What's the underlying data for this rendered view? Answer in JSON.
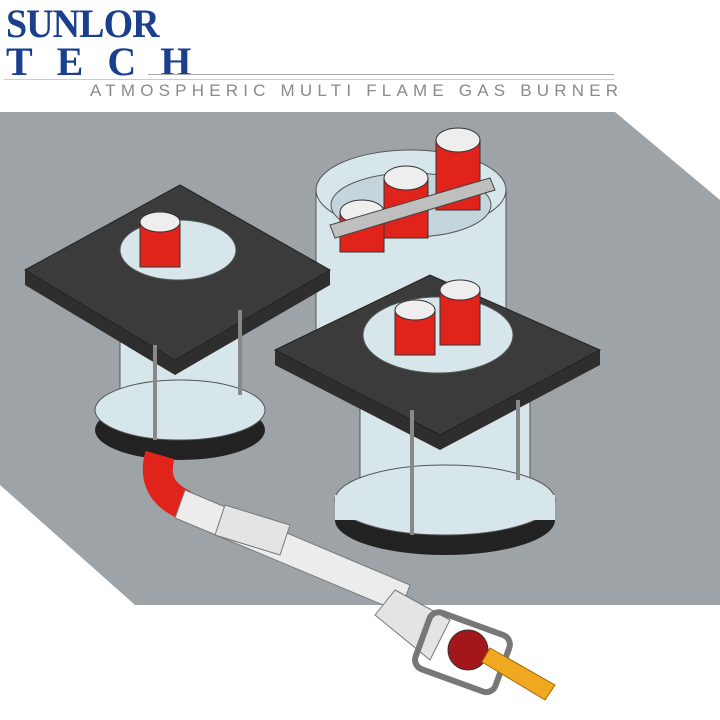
{
  "brand": {
    "line1": "SUNLOR",
    "line2": "TECH"
  },
  "title": "ATMOSPHERIC MULTI FLAME GAS BURNER",
  "colors": {
    "brand": "#1a3f8f",
    "background_band": "#9da3a7",
    "plate": "#3b3b3b",
    "cylinder": "#d7e6ea",
    "flame_head": "#e0241b",
    "gas_line": "#f0a820"
  }
}
